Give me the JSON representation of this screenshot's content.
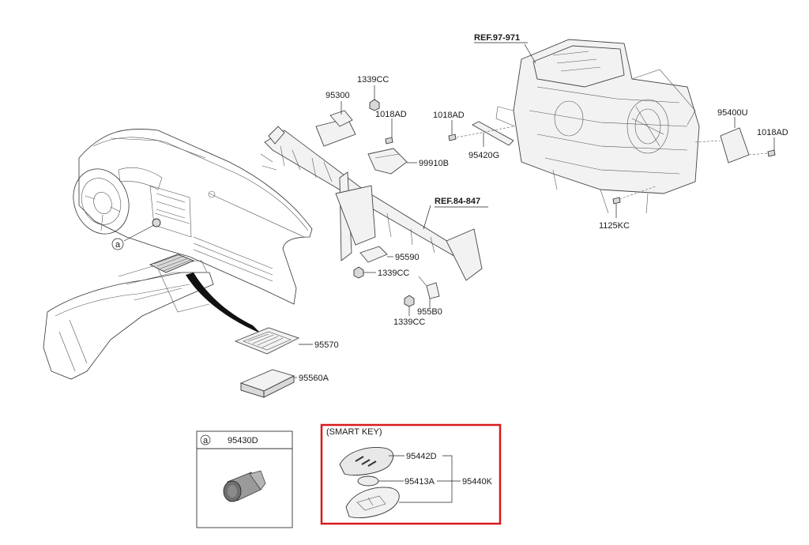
{
  "labels": {
    "ref_hvac": "REF.97-971",
    "ref_cowl": "REF.84-847",
    "p_95300": "95300",
    "p_1339cc_top": "1339CC",
    "p_1018ad_mid": "1018AD",
    "p_99910b": "99910B",
    "p_1018ad_left": "1018AD",
    "p_95420g": "95420G",
    "p_95400u": "95400U",
    "p_1018ad_right": "1018AD",
    "p_1125kc": "1125KC",
    "p_95590": "95590",
    "p_1339cc_mid": "1339CC",
    "p_955b0": "955B0",
    "p_1339cc_bot": "1339CC",
    "p_95570": "95570",
    "p_95560a": "95560A",
    "callout_a": "a"
  },
  "detail_box": {
    "callout": "a",
    "part": "95430D"
  },
  "smart_key_box": {
    "title": "(SMART KEY)",
    "p_95442d": "95442D",
    "p_95413a": "95413A",
    "p_95440k": "95440K",
    "border_color": "#d7191c"
  }
}
